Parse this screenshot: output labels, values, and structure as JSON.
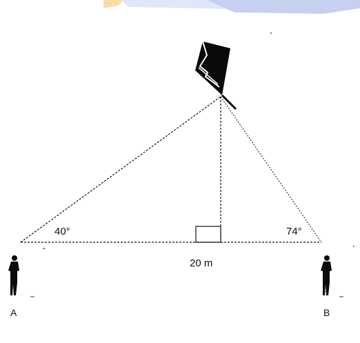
{
  "labels": {
    "angle_a": "40°",
    "angle_b": "74°",
    "distance": "20 m",
    "point_a": "A",
    "point_b": "B"
  },
  "colors": {
    "ink": "#111111",
    "watermark": "#3b55c8",
    "watermark_accent": "#f0a020"
  },
  "icons": {
    "kite": "kite-icon",
    "person_a": "person-icon",
    "person_b": "person-icon"
  }
}
